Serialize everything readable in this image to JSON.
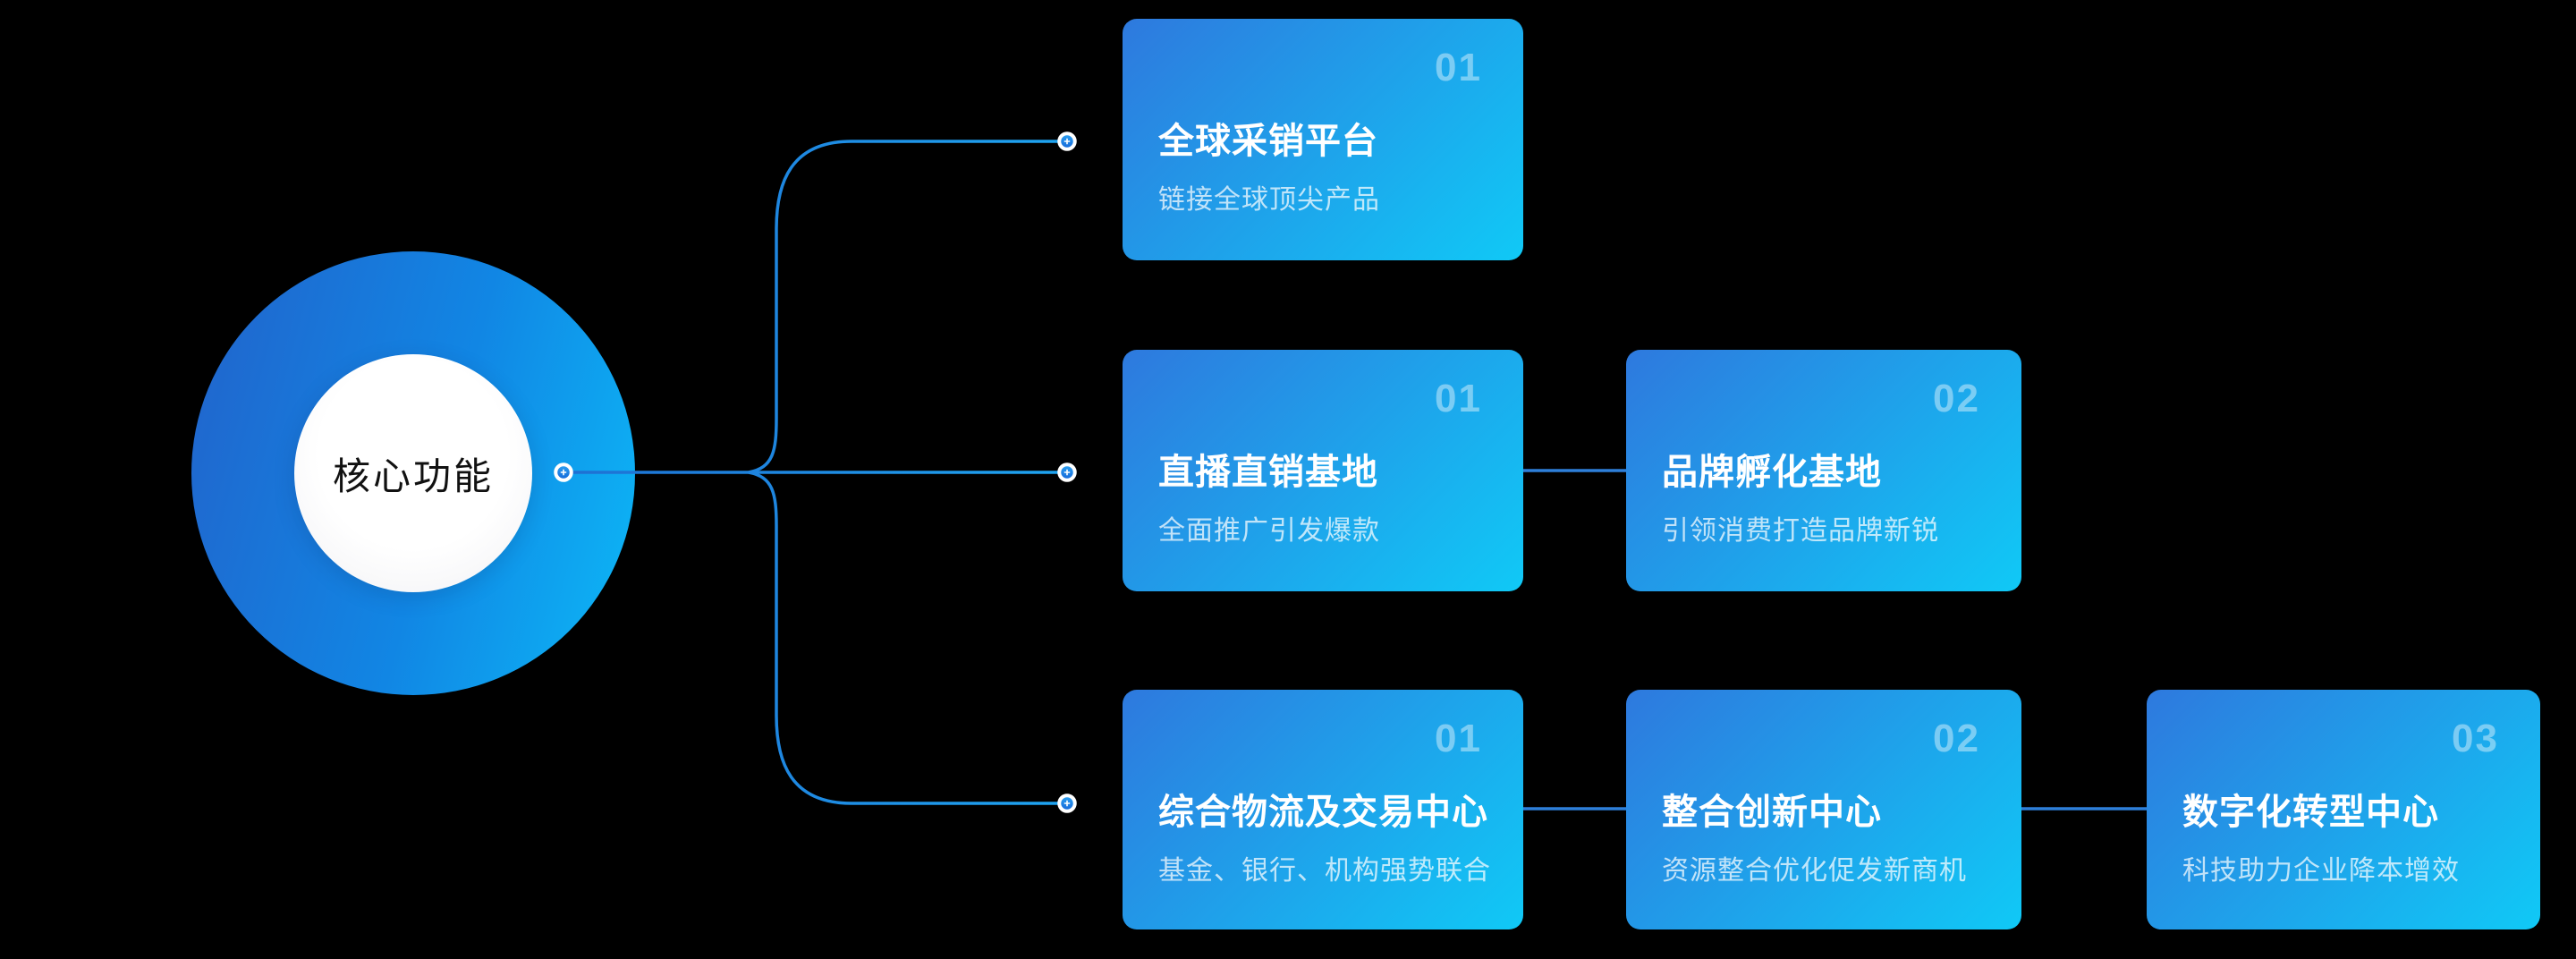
{
  "hub": {
    "label": "核心功能"
  },
  "cards": {
    "r1c1": {
      "number": "01",
      "title": "全球采销平台",
      "subtitle": "链接全球顶尖产品"
    },
    "r2c1": {
      "number": "01",
      "title": "直播直销基地",
      "subtitle": "全面推广引发爆款"
    },
    "r2c2": {
      "number": "02",
      "title": "品牌孵化基地",
      "subtitle": "引领消费打造品牌新锐"
    },
    "r3c1": {
      "number": "01",
      "title": "综合物流及交易中心",
      "subtitle": "基金、银行、机构强势联合"
    },
    "r3c2": {
      "number": "02",
      "title": "整合创新中心",
      "subtitle": "资源整合优化促发新商机"
    },
    "r3c3": {
      "number": "03",
      "title": "数字化转型中心",
      "subtitle": "科技助力企业降本增效"
    }
  },
  "colors": {
    "background": "#000000",
    "card_gradient_start": "#2E79DE",
    "card_gradient_end": "#10C9F6",
    "hub_gradient_start": "#2263CB",
    "hub_gradient_mid": "#1186E4",
    "hub_gradient_end": "#0CB9F7",
    "line_color": "#1F8FEA",
    "node_dot_fill": "#1E88E5",
    "node_dot_ring": "#FFFFFF",
    "hub_text_color": "#111111",
    "card_title_color": "#FFFFFF"
  }
}
